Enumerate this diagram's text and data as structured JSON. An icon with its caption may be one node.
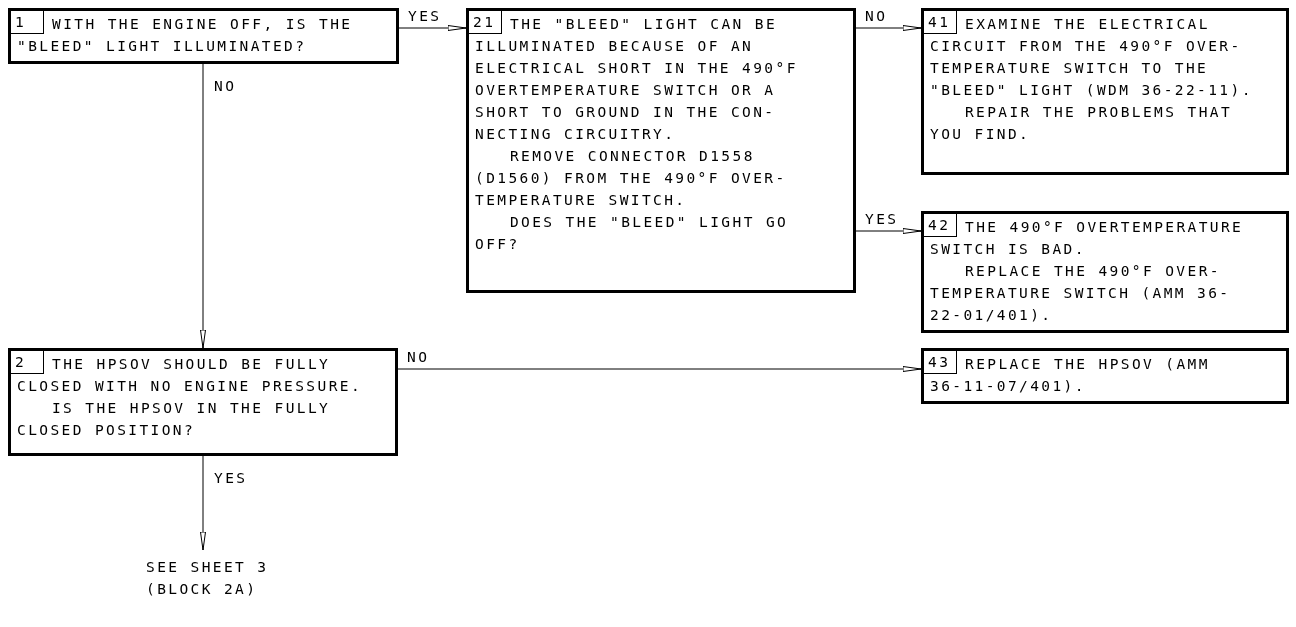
{
  "diagram": {
    "nodes": [
      {
        "text": [
          "1",
          "WITH THE ENGINE OFF, IS THE \"BLEED\" LIGHT ILLUMINATED?"
        ]
      },
      {
        "text": [
          "21",
          "THE \"BLEED\" LIGHT CAN BE ILLUMINATED BECAUSE OF AN ELECTRICAL SHORT IN THE 490°F OVERTEMPERATURE SWITCH OR A SHORT TO GROUND IN THE CON-NECTING CIRCUITRY.",
          "REMOVE CONNECTOR D1558 (D1560) FROM THE 490°F OVER-TEMPERATURE SWITCH.",
          "DOES THE \"BLEED\" LIGHT GO OFF?"
        ]
      },
      {
        "text": [
          "41",
          "EXAMINE THE ELECTRICAL CIRCUIT FROM THE 490°F OVER-TEMPERATURE SWITCH TO THE \"BLEED\" LIGHT (WDM 36-22-11).",
          "REPAIR THE PROBLEMS THAT YOU FIND."
        ]
      },
      {
        "text": [
          "42",
          "THE 490°F OVERTEMPERATURE SWITCH IS BAD.",
          "REPLACE THE 490°F OVER-TEMPERATURE SWITCH (AMM 36-22-01/401)."
        ]
      },
      {
        "text": [
          "2",
          "THE HPSOV SHOULD BE FULLY CLOSED WITH NO ENGINE PRESSURE.",
          "IS THE HPSOV IN THE FULLY CLOSED POSITION?"
        ]
      },
      {
        "text": [
          "43",
          "REPLACE THE HPSOV (AMM 36-11-07/401)."
        ]
      },
      {
        "text": [
          "SEE SHEET 3 (BLOCK 2A)"
        ]
      }
    ],
    "edges": [
      {
        "from": 0,
        "to": 1,
        "arrow": "to",
        "label": "YES"
      },
      {
        "from": 0,
        "to": 4,
        "arrow": "to",
        "label": "NO"
      },
      {
        "from": 1,
        "to": 2,
        "arrow": "to",
        "label": "NO"
      },
      {
        "from": 1,
        "to": 3,
        "arrow": "to",
        "label": "YES"
      },
      {
        "from": 4,
        "to": 5,
        "arrow": "to",
        "label": "NO"
      },
      {
        "from": 4,
        "to": 6,
        "arrow": "to",
        "label": "YES"
      }
    ]
  }
}
